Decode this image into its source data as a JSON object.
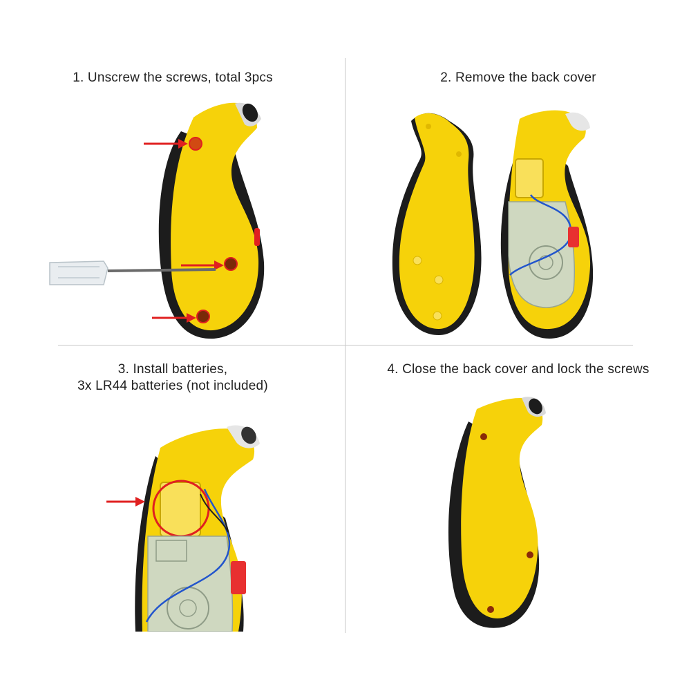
{
  "steps": [
    {
      "number": "1",
      "caption": "1. Unscrew the screws, total 3pcs"
    },
    {
      "number": "2",
      "caption": "2. Remove the back cover"
    },
    {
      "number": "3",
      "caption_lines": [
        "3. Install batteries,",
        "3x LR44 batteries (not included)"
      ]
    },
    {
      "number": "4",
      "caption": "4. Close the back cover and lock the screws"
    }
  ],
  "colors": {
    "body_yellow": "#f6d20a",
    "grip_black": "#1c1c1c",
    "arrow_red": "#e02020",
    "pcb_green": "#cfd8c0",
    "wire_blue": "#2255cc",
    "connector_red": "#e83030"
  },
  "icons": [
    "screwdriver-icon",
    "red-arrow-icon",
    "screw-hole-icon",
    "battery-compartment-icon"
  ]
}
